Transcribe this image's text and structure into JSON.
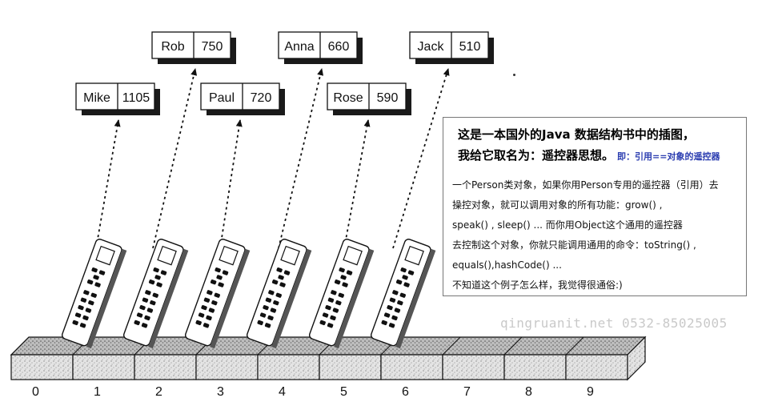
{
  "people": [
    {
      "name": "Mike",
      "value": "1105"
    },
    {
      "name": "Rob",
      "value": "750"
    },
    {
      "name": "Paul",
      "value": "720"
    },
    {
      "name": "Anna",
      "value": "660"
    },
    {
      "name": "Rose",
      "value": "590"
    },
    {
      "name": "Jack",
      "value": "510"
    }
  ],
  "array_indices": [
    "0",
    "1",
    "2",
    "3",
    "4",
    "5",
    "6",
    "7",
    "8",
    "9"
  ],
  "note": {
    "headline_1": "这是一本国外的Java 数据结构书中的插图，",
    "headline_2": "我给它取名为：遥控器思想。",
    "headline_sub": "即：引用==对象的遥控器",
    "lines": [
      "一个Person类对象，如果你用Person专用的遥控器（引用）去",
      "操控对象，就可以调用对象的所有功能：grow() ,",
      "speak() , sleep() ... 而你用Object这个通用的遥控器",
      "去控制这个对象，你就只能调用通用的命令：toString() ,",
      "equals(),hashCode() ...",
      "不知道这个例子怎么样，我觉得很通俗:)"
    ]
  },
  "watermark": "qingruanit.net 0532-85025005",
  "colors": {
    "accent": "#2b3db0",
    "ink": "#111111",
    "shadow": "#1a1a1a"
  }
}
